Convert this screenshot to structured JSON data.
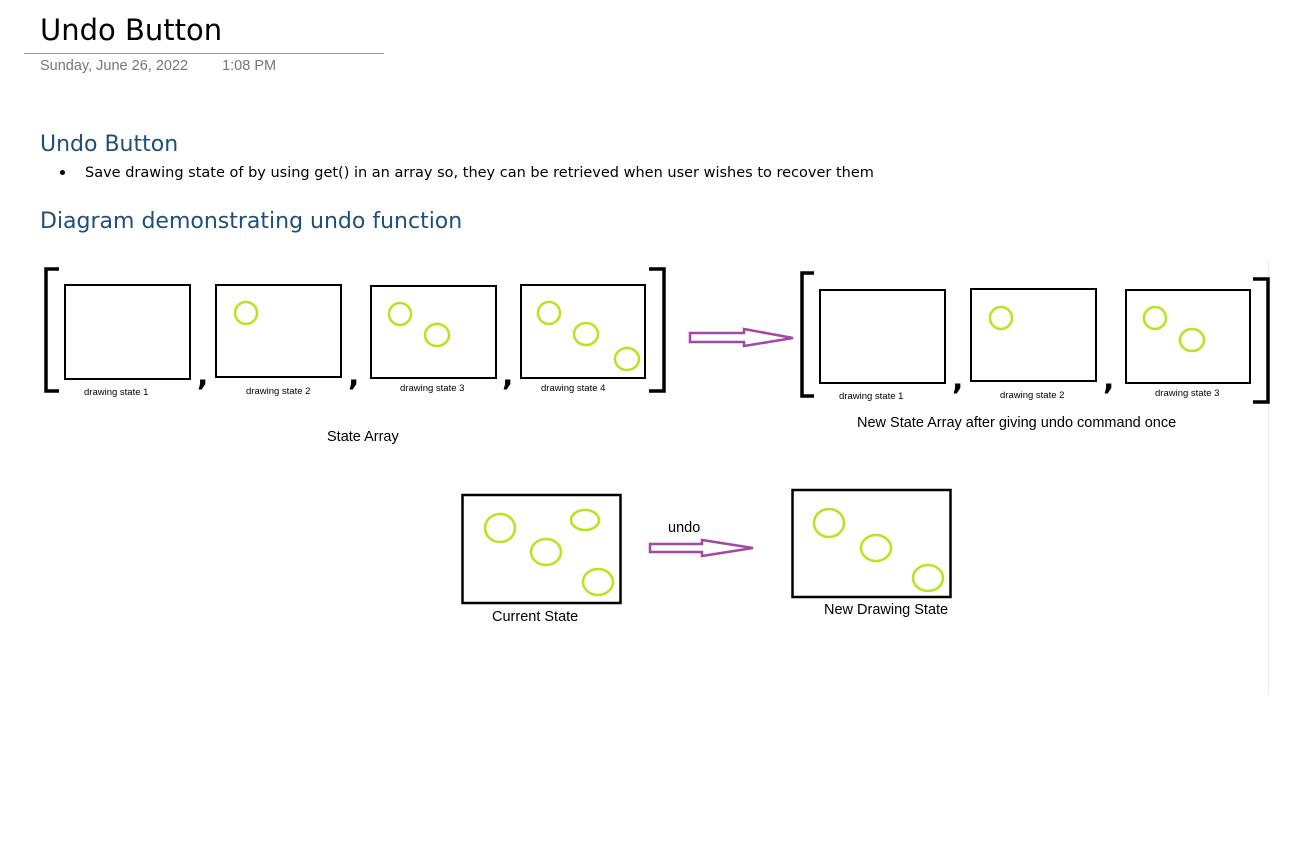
{
  "page": {
    "title": "Undo Button",
    "date": "Sunday, June 26, 2022",
    "time": "1:08 PM"
  },
  "sections": {
    "undo_heading": "Undo Button",
    "bullet": "Save drawing state of by using get() in an array so, they can be retrieved when user wishes to recover them",
    "diagram_heading": "Diagram demonstrating undo function"
  },
  "diagram": {
    "state_labels": [
      "drawing state 1",
      "drawing state 2",
      "drawing state 3",
      "drawing state 4"
    ],
    "state_array_caption": "State Array",
    "new_array_labels": [
      "drawing state 1",
      "drawing state 2",
      "drawing state 3"
    ],
    "new_array_caption": "New State Array after giving undo command once",
    "current_state_caption": "Current State",
    "undo_label": "undo",
    "new_drawing_caption": "New Drawing State",
    "colors": {
      "circle": "#b5e61d",
      "arrow": "#a349a4",
      "frame": "#000000"
    }
  }
}
